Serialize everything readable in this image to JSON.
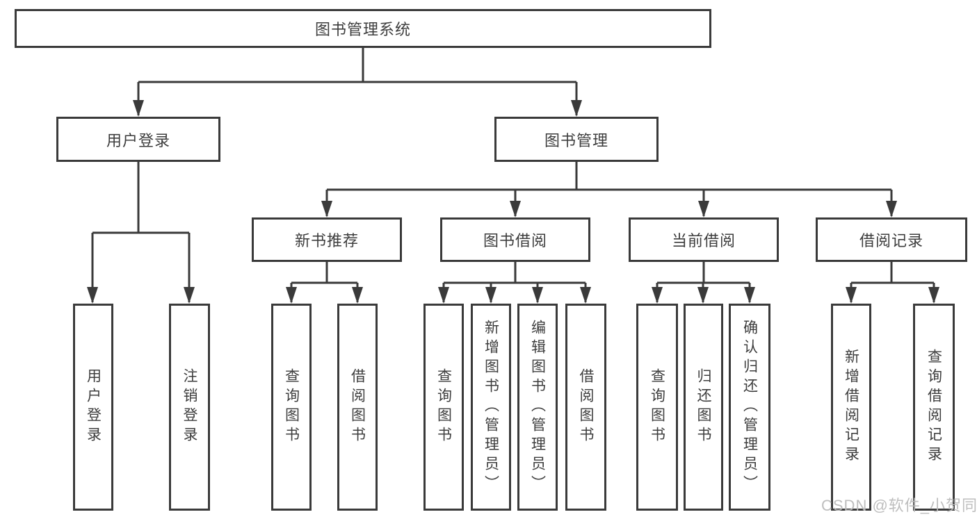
{
  "diagram": {
    "title": "图书管理系统",
    "root": {
      "label": "图书管理系统"
    },
    "level2": {
      "user_login": {
        "label": "用户登录"
      },
      "book_management": {
        "label": "图书管理"
      }
    },
    "level3": {
      "new_book_recommend": {
        "label": "新书推荐"
      },
      "book_borrow": {
        "label": "图书借阅"
      },
      "current_borrow": {
        "label": "当前借阅"
      },
      "borrow_records": {
        "label": "借阅记录"
      }
    },
    "leaves": {
      "user_login": [
        {
          "label": "用户登录"
        },
        {
          "label": "注销登录"
        }
      ],
      "new_book_recommend": [
        {
          "label": "查询图书"
        },
        {
          "label": "借阅图书"
        }
      ],
      "book_borrow": [
        {
          "label": "查询图书"
        },
        {
          "label": "新增图书（管理员）"
        },
        {
          "label": "编辑图书（管理员）"
        },
        {
          "label": "借阅图书"
        }
      ],
      "current_borrow": [
        {
          "label": "查询图书"
        },
        {
          "label": "归还图书"
        },
        {
          "label": "确认归还（管理员）"
        }
      ],
      "borrow_records": [
        {
          "label": "新增借阅记录"
        },
        {
          "label": "查询借阅记录"
        }
      ]
    },
    "watermark": "CSDN @软件_小贺同学",
    "colors": {
      "border": "#3a3a3a",
      "line": "#3a3a3a",
      "text": "#3d3d3d",
      "watermark": "#bbbbbb",
      "background": "#ffffff"
    }
  }
}
